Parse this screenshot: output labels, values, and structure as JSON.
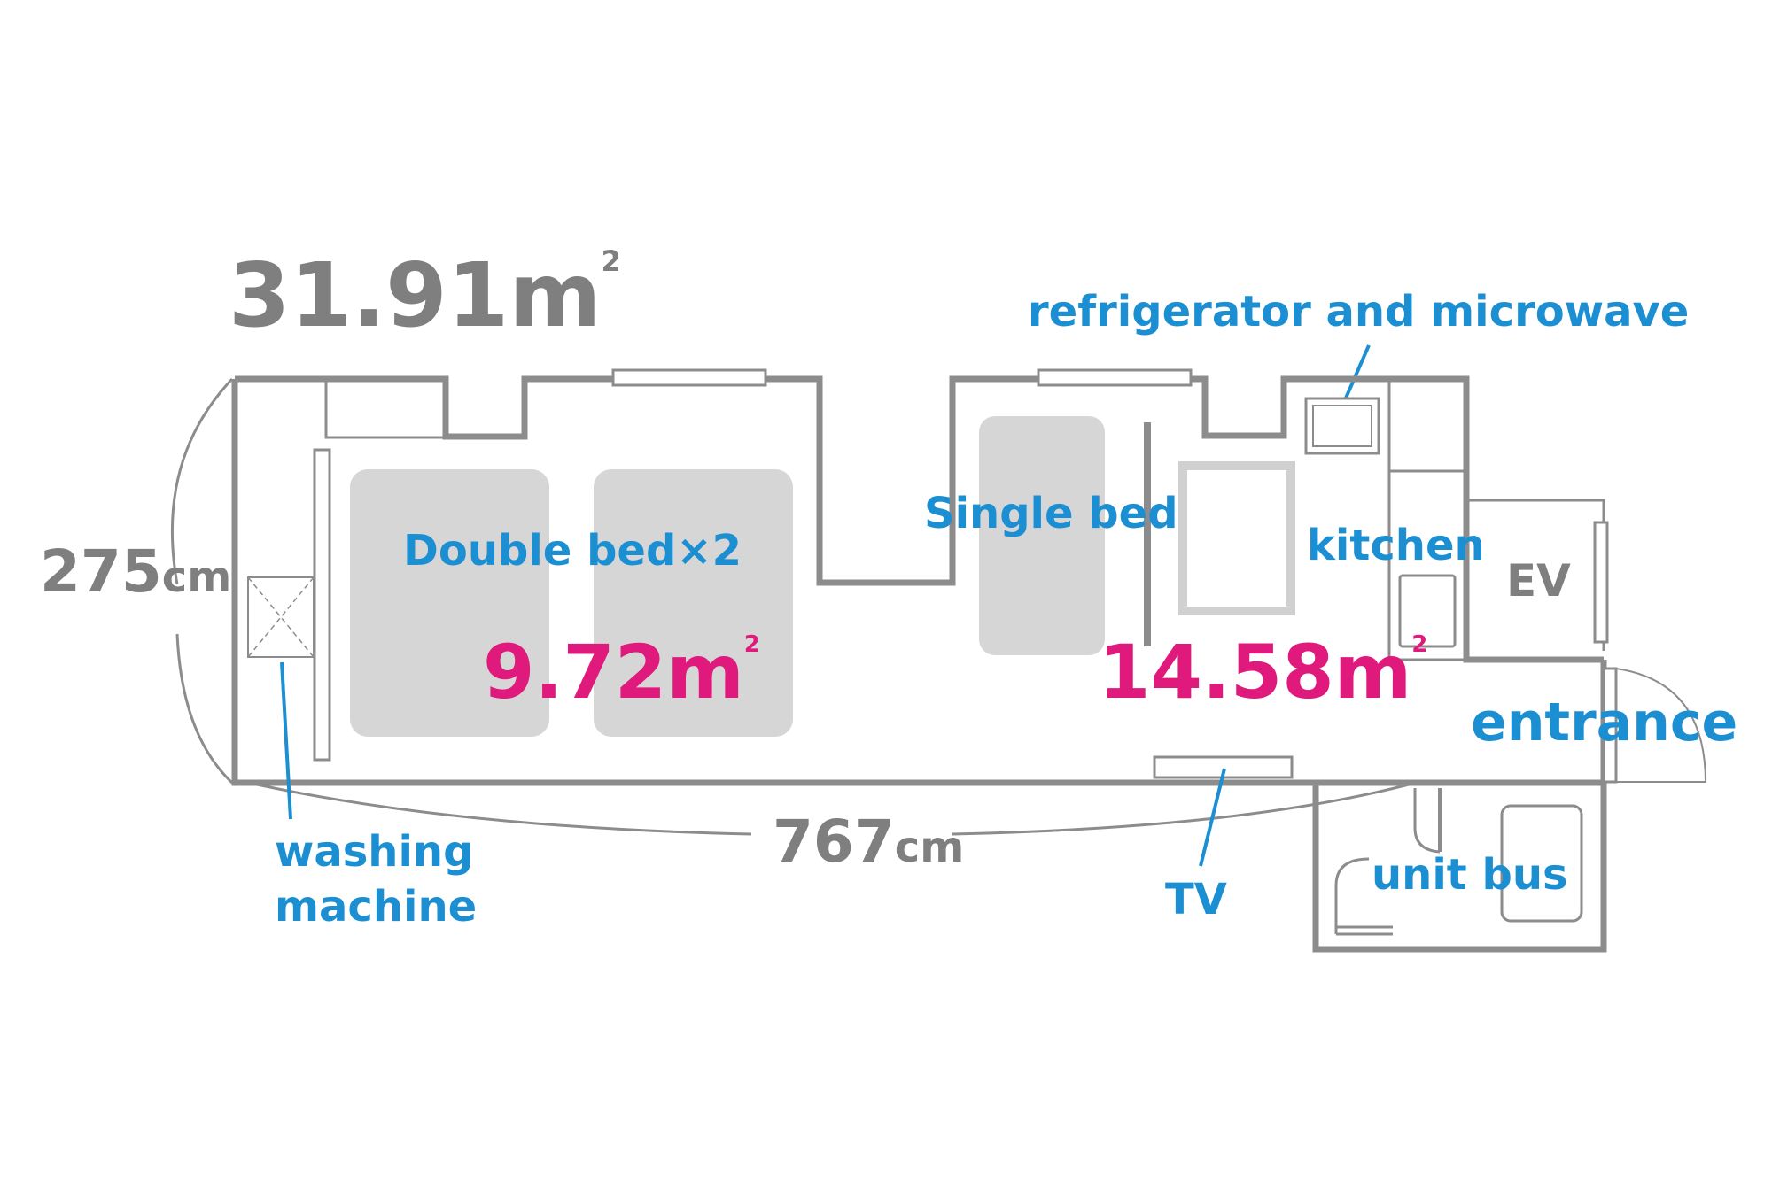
{
  "total_area": "31.91",
  "area_unit": "m",
  "area_sup": "2",
  "labels": {
    "refrigerator": "refrigerator and microwave",
    "double_bed": "Double bed×2",
    "single_bed": "Single bed",
    "kitchen": "kitchen",
    "ev": "EV",
    "entrance": "entrance",
    "washing_line1": "washing",
    "washing_line2": "machine",
    "tv": "TV",
    "unit_bus": "unit bus"
  },
  "room_areas": {
    "left": "9.72",
    "right": "14.58"
  },
  "dimensions": {
    "height_value": "275",
    "length_value": "767",
    "unit": "cm"
  },
  "colors": {
    "label_blue": "#1c8fd3",
    "area_pink": "#e0197d",
    "wall_gray": "#8c8c8c",
    "bed_gray": "#d6d6d6"
  }
}
